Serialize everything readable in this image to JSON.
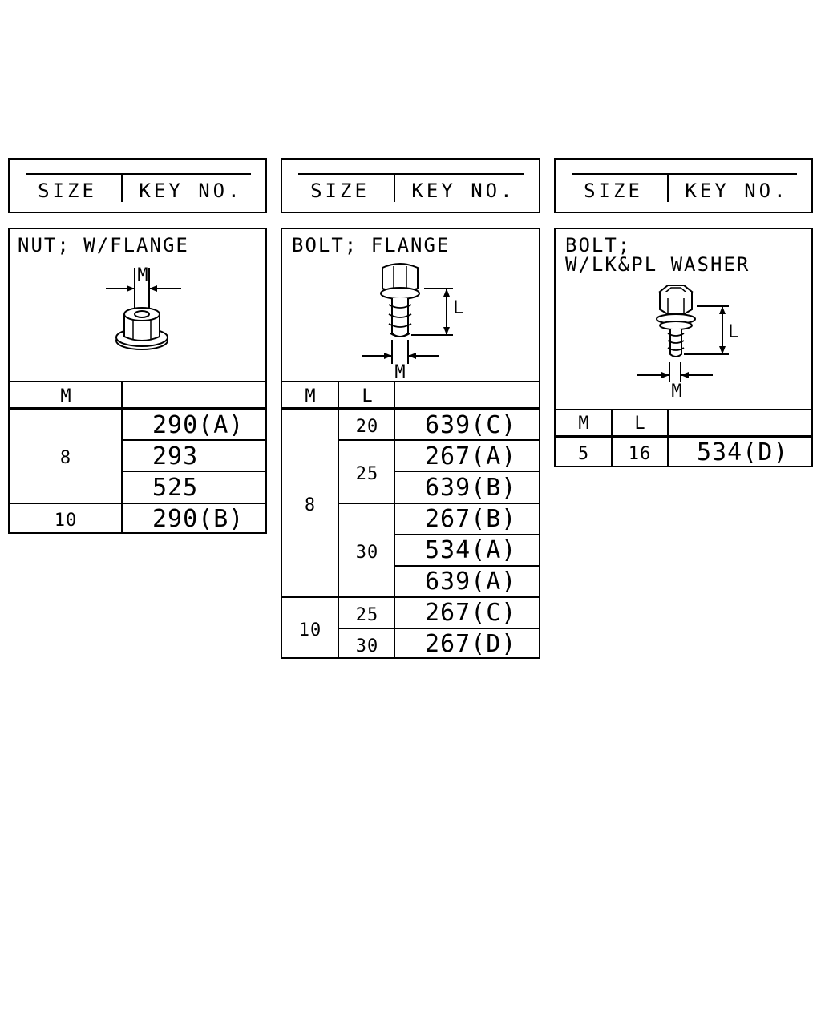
{
  "legend": {
    "size_label": "SIZE",
    "key_label": "KEY NO."
  },
  "nut": {
    "title": "NUT; W/FLANGE",
    "dim_m": "M",
    "col_m": "M",
    "rows": [
      {
        "m": "8",
        "keys": [
          "290(A)",
          "293",
          "525"
        ]
      },
      {
        "m": "10",
        "keys": [
          "290(B)"
        ]
      }
    ]
  },
  "bolt_flange": {
    "title": "BOLT; FLANGE",
    "dim_l": "L",
    "dim_m": "M",
    "col_m": "M",
    "col_l": "L",
    "rows": [
      {
        "m": "8",
        "groups": [
          {
            "l": "20",
            "keys": [
              "639(C)"
            ]
          },
          {
            "l": "25",
            "keys": [
              "267(A)",
              "639(B)"
            ]
          },
          {
            "l": "30",
            "keys": [
              "267(B)",
              "534(A)",
              "639(A)"
            ]
          }
        ]
      },
      {
        "m": "10",
        "groups": [
          {
            "l": "25",
            "keys": [
              "267(C)"
            ]
          },
          {
            "l": "30",
            "keys": [
              "267(D)"
            ]
          }
        ]
      }
    ]
  },
  "bolt_washer": {
    "title_line1": "BOLT;",
    "title_line2": "W/LK&PL WASHER",
    "dim_l": "L",
    "dim_m": "M",
    "col_m": "M",
    "col_l": "L",
    "rows": [
      {
        "m": "5",
        "l": "16",
        "key": "534(D)"
      }
    ]
  }
}
